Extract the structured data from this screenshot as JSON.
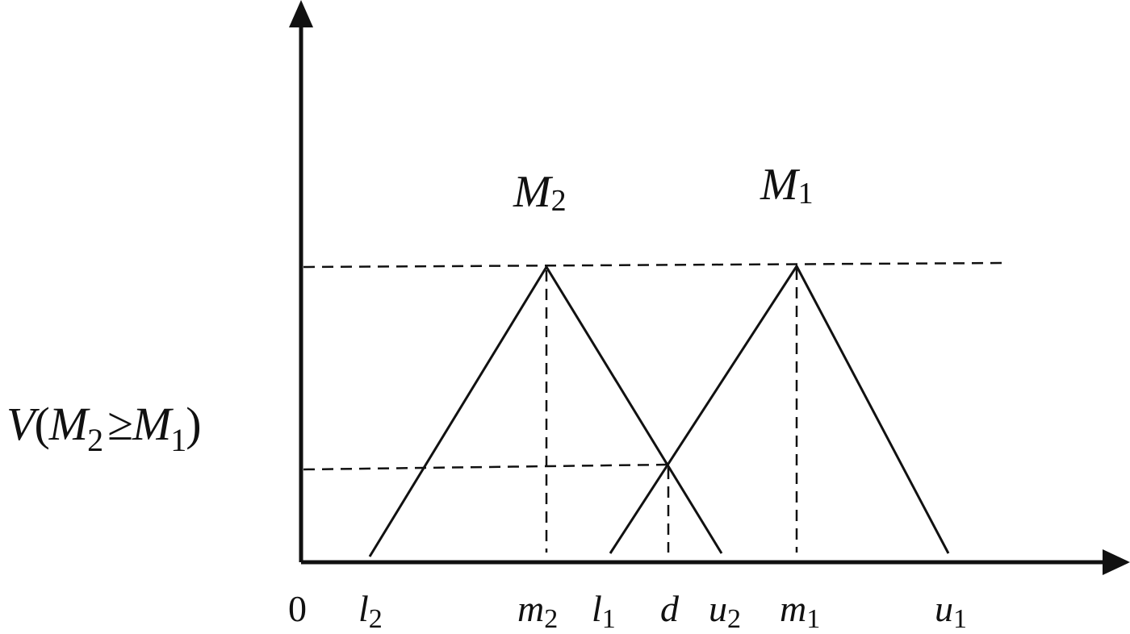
{
  "diagram": {
    "colors": {
      "ink": "#111111",
      "background": "#ffffff"
    },
    "origin_label": "0",
    "curves": [
      {
        "name": "M",
        "subscript": "2"
      },
      {
        "name": "M",
        "subscript": "1"
      }
    ],
    "x_ticks": [
      {
        "base": "l",
        "sub": "2"
      },
      {
        "base": "m",
        "sub": "2"
      },
      {
        "base": "l",
        "sub": "1"
      },
      {
        "base": "d",
        "sub": ""
      },
      {
        "base": "u",
        "sub": "2"
      },
      {
        "base": "m",
        "sub": "1"
      },
      {
        "base": "u",
        "sub": "1"
      }
    ],
    "y_label": {
      "func": "V",
      "open_paren": "(",
      "left_base": "M",
      "left_sub": "2",
      "operator": "≥",
      "right_base": "M",
      "right_sub": "1",
      "close_paren": ")"
    }
  }
}
